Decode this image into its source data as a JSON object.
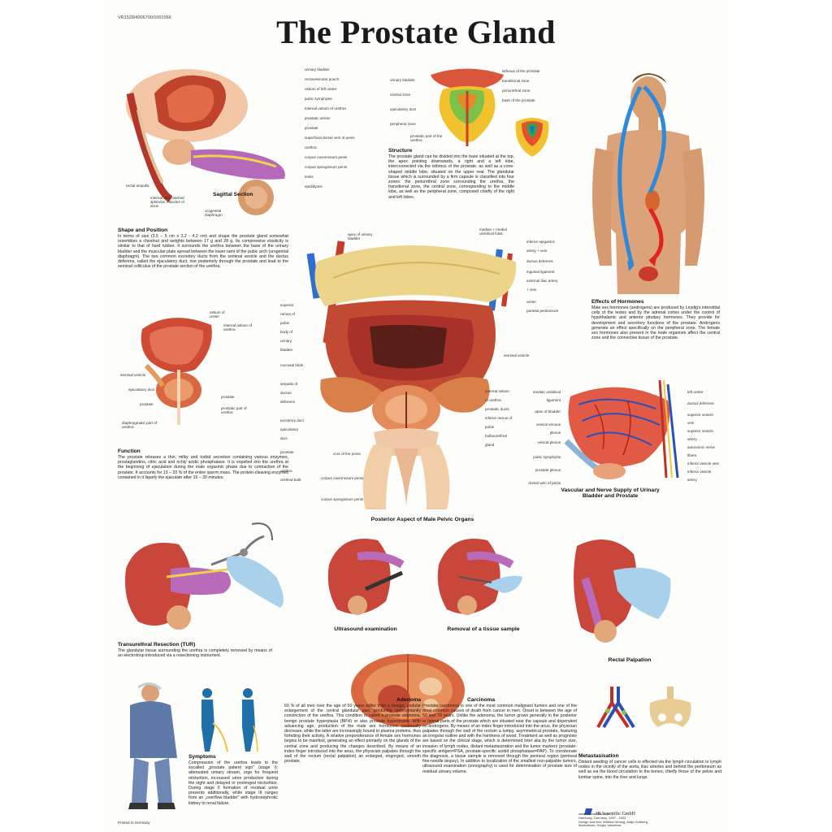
{
  "poster": {
    "code": "VR1528/4006700/1001566",
    "title": "The Prostate Gland",
    "printed_in": "Printed in Germany"
  },
  "sagittal": {
    "caption": "Sagittal Section",
    "labels": [
      "urinary bladder",
      "rectovesicular pouch",
      "ostium of left ureter",
      "pubic symphysis",
      "internal ostium of urethra",
      "prostatic utricle",
      "prostate",
      "superficial dorsal vein of penis",
      "urethra",
      "corpus cavernosum penis",
      "corpus spongiosum penis",
      "testis",
      "epididymis",
      "rectal ampulla",
      "internal and external sphincter muscles of anus",
      "urogenital diaphragm"
    ]
  },
  "shape": {
    "heading": "Shape and Position",
    "text": "In terms of size (3.5 – 5 cm x 3.2 - 4.2 cm) and shape the prostate gland somewhat resembles a chestnut and weights between 17 g and 28 g. Its compressive elasticity is similar to that of hard rubber. It surrounds the urethra between the base of the urinary bladder and the muscular plate spread between the lower rami of the pubic arch (urogenital diaphragm). The two common excretory ducts from the seminal vesicle and the ductus deferens, called the ejaculatory duct, rise posteriorly through the prostate and lead to the seminal colliculus of the prostate section of the urethra."
  },
  "structure": {
    "heading": "Structure",
    "labels_left": [
      "urinary bladder",
      "central zone",
      "ejaculatory duct",
      "peripheral zone"
    ],
    "labels_right": [
      "isthmus of the prostate",
      "transitional zone",
      "periurethral zone",
      "base of the prostate"
    ],
    "label_bottom": "prostatic part of the urethra",
    "text": "The prostate gland can be divided into the base situated at the top, the apex pointing downwards, a right and a left lobe, interconnected via the isthmus of the prostate, as well as a cone-shaped middle lobe, situated on the upper rear. The glandular tissue which is surrounded by a firm capsule is classified into four zones: the periurethral zone surrounding the urethra, the transitional zone, the central zone, corresponding to the middle lobe, as well as the peripheral zone, composed chiefly of the right and left lobes."
  },
  "hormones": {
    "heading": "Effects of Hormones",
    "text": "Male sex hormones (androgens) are produced by Leydig's interstitial cells of the testes and by the adrenal cortex under the control of hypothalamic and anterior pituitary hormones. They provide for development and secretory functions of the prostate. Androgens generate an effect specifically on the peripheral zone. The female sex hormones also present in the male organism affect the central zone and the connective tissue of the prostate."
  },
  "posterior": {
    "caption": "Posterior Aspect of Male Pelvic Organs",
    "labels_left": [
      "apex of urinary bladder",
      "superior ramus of pubis",
      "body of urinary bladder",
      "mucosal folds",
      "ampulla of ductus deferens",
      "excretory duct",
      "ejaculatory duct",
      "prostate",
      "urethra",
      "urethral bulb",
      "crus of the penis",
      "corpus cavernosum penis",
      "corpus spongiosum penis"
    ],
    "labels_right": [
      "median + medial umbilical folds",
      "inferior epigastric artery + vein",
      "ductus deferens",
      "inguinal ligament",
      "external iliac artery + vein",
      "ureter",
      "parietal peritoneum",
      "seminal vesicle",
      "internal ostium of urethra",
      "prostatic ducts",
      "inferior ramus of pubis",
      "bulbourethral gland"
    ]
  },
  "function_section": {
    "diagram_labels": [
      "ostium of ureter",
      "internal ostium of urethra",
      "seminal vesicle",
      "ejaculatory duct",
      "prostate",
      "prostate",
      "prostatic part of urethra",
      "diaphragmatic part of urethra"
    ],
    "heading": "Function",
    "text": "The prostate releases a thin, milky and turbid secretion containing various enzymes, prostaglandins, citric acid and richly acidic phosphatase. It is expelled into the urethra at the beginning of ejaculation during the male orgasmic phase due to contraction of the prostate. It accounts for 13 – 33 % of the entire sperm mass. The protein-cleaving enzymes contained in it liquefy the ejaculate after 15 – 30 minutes."
  },
  "vascular": {
    "caption": "Vascular and Nerve Supply of Urinary Bladder and Prostate",
    "labels_left": [
      "median umbilical ligament",
      "apex of bladder",
      "vesical venous plexus",
      "vesical plexus",
      "pubic symphysis",
      "prostate plexus",
      "dorsal vein of penis"
    ],
    "labels_right": [
      "left ureter",
      "ductus deferens",
      "superior vesicle vein",
      "superior vesicle artery",
      "autonomic nerve fibers",
      "inferior vesicle vein",
      "inferior vesicle artery"
    ]
  },
  "procedures": {
    "tur_heading": "Transurethral Resection (TUR)",
    "tur_text": "The glandular tissue surrounding the urethra is completely removed by means of an electroloop introduced via a resectioning instrument.",
    "ultrasound": "Ultrasound examination",
    "removal": "Removal of a tissue sample",
    "rectal": "Rectal Palpation"
  },
  "symptoms": {
    "heading": "Symptoms",
    "text": "Compression of the urethra leads to the socalled „prostate patient sign\" (stage I): attenuated urinary stream, urge for frequent micturition, increased urine production during the night and delayed or prolonged micturition. During stage II formation of residual urine presents additionally, while stage III ranges from an „overflow bladder\" with hydronephrotic kidney to renal failure."
  },
  "adenoma": {
    "heading": "Adenoma",
    "text": "60 % of all men over the age of 50 years suffer from a benign, nodular enlargement of the central glandular part, producing concomitantly constriction of the urethra. This condition is called a prostate adenoma, benign prostate hyperplasia (BPH) or also prostate hypertrophy. With advancing age, production of the male sex hormones continually decrease, while the latter are increasingly bound to plasma proteins, thus forfeiting their activity. A relative preponderance of female sex hormones begins to be manifest, generating an effect primarily on the glands of the central zone and producing the changes described. By means of an index finger introduced into the anus, the physician palpates through the wall of the rectum (rectal palpation) an enlarged, engorged, smooth prostate."
  },
  "carcinoma": {
    "heading": "Carcinoma",
    "text": "Prostate carcinoma is one of the most common malignant tumors and one of the most common causes of death from cancer in men. Onset is between the age of 50 and 70 years. Unlike the adenoma, the tumor grows generally in the posterior or lateral parts of the prostate which are situated near the capsule and dependent on androgens. By means of an index finger introduced into the anus, the physician palpates through the wall of the rectum a lumpy, asymmetrical prostate, featuring an irregular outline and with the hardness of wood. Treatment as well as prognosis are based on the clinical stage, which is determined inter alia by the tumor size, invasion of lymph nodes, distant metastasization and the tumor markers (prostate-specific antigen=PSA, prostate-specific acidid phosphatase=PAP). To corroborate the diagnosis, a tissue sample is removed through the perineal region (perineal fine-needle biopsy). In addition to localization of the smallest non-palpable tumors, ultrasound examination (sonography) is used for determination of prostate size of residual urinary volume."
  },
  "metastasis": {
    "heading": "Metastasisation",
    "text": "Distant seeding of cancer cells is effected via the lymph circulation to lymph nodes in the vicinity of the aorta, iliac arteries and behind the peritoneum as well as via the blood circulation to the bones, chiefly those of the pelvis and lumbar spine, into the liver and lungs."
  },
  "publisher": {
    "name": "3B Scientific GmbH",
    "lines": [
      "www.3bscientific.com",
      "Hamburg, Germany, 1997 - 2003",
      "Design and text: Wilfried Hennig, Antje Gottberg",
      "Illustrations: Holger Vanselow"
    ]
  }
}
